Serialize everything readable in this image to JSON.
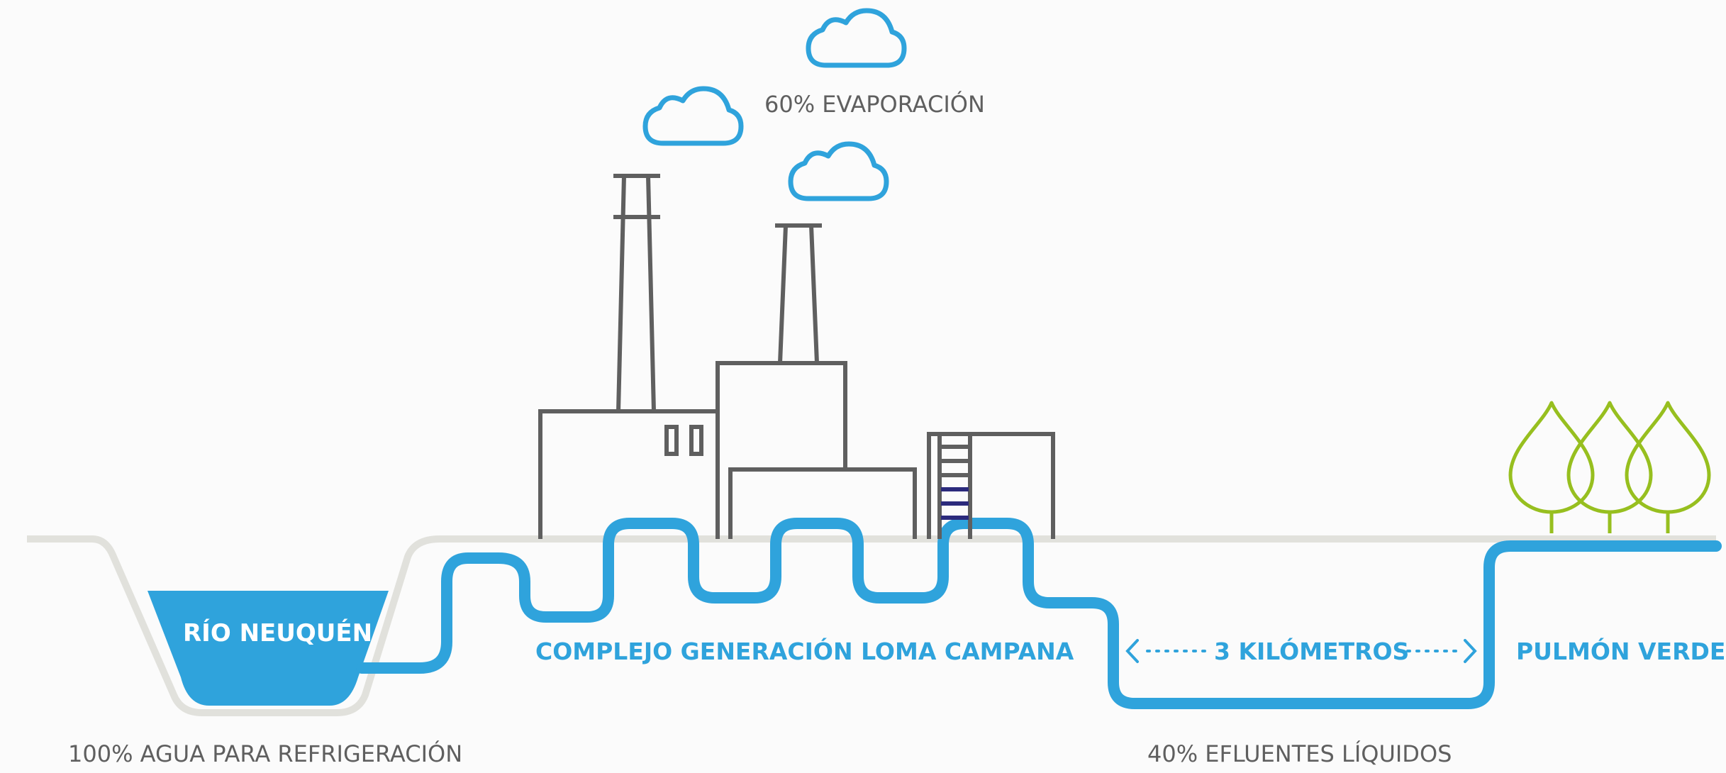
{
  "labels": {
    "evaporation": "60% EVAPORACIÓN",
    "river": "RÍO NEUQUÉN",
    "complex": "COMPLEJO GENERACIÓN LOMA CAMPANA",
    "distance": "3 KILÓMETROS",
    "green_lung": "PULMÓN VERDE",
    "cooling_water": "100% AGUA PARA REFRIGERACIÓN",
    "effluents": "40% EFLUENTES LÍQUIDOS"
  },
  "colors": {
    "water": "#2fa3dc",
    "ground": "#e1e1dc",
    "building": "#5f5f5f",
    "tree": "#97bf1f",
    "ladder_accent": "#2b2a7c",
    "background": "#fbfbfb"
  }
}
